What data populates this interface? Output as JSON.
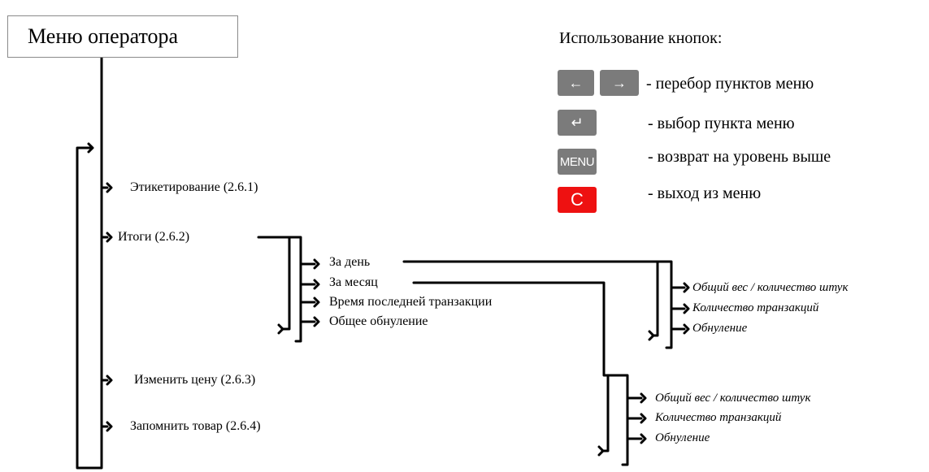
{
  "title": "Меню оператора",
  "menu_items": [
    "Этикетирование (2.6.1)",
    "Итоги (2.6.2)",
    "Изменить цену (2.6.3)",
    "Запомнить товар (2.6.4)"
  ],
  "totals_items": [
    "За день",
    "За месяц",
    "Время последней транзакции",
    "Общее обнуление"
  ],
  "day_items": [
    "Общий вес / количество штук",
    "Количество транзакций",
    "Обнуление"
  ],
  "month_items": [
    "Общий вес / количество штук",
    "Количество транзакций",
    "Обнуление"
  ],
  "legend": {
    "title": "Использование кнопок:",
    "rows": [
      {
        "desc": "- перебор пунктов меню",
        "keys": [
          "←",
          "→"
        ],
        "icons": [
          "left-arrow-key-icon",
          "right-arrow-key-icon"
        ]
      },
      {
        "desc": "- выбор пункта меню",
        "keys": [
          "↵"
        ],
        "icons": [
          "enter-key-icon"
        ]
      },
      {
        "desc": "- возврат на уровень выше",
        "keys": [
          "MENU"
        ],
        "icons": [
          "menu-key-icon"
        ]
      },
      {
        "desc": "- выход из меню",
        "keys": [
          "C"
        ],
        "icons": [
          "clear-key-icon"
        ]
      }
    ]
  },
  "colors": {
    "key_gray": "#7b7b7b",
    "key_red": "#ee1111",
    "line": "#000000",
    "box_border": "#8a8a8a"
  }
}
